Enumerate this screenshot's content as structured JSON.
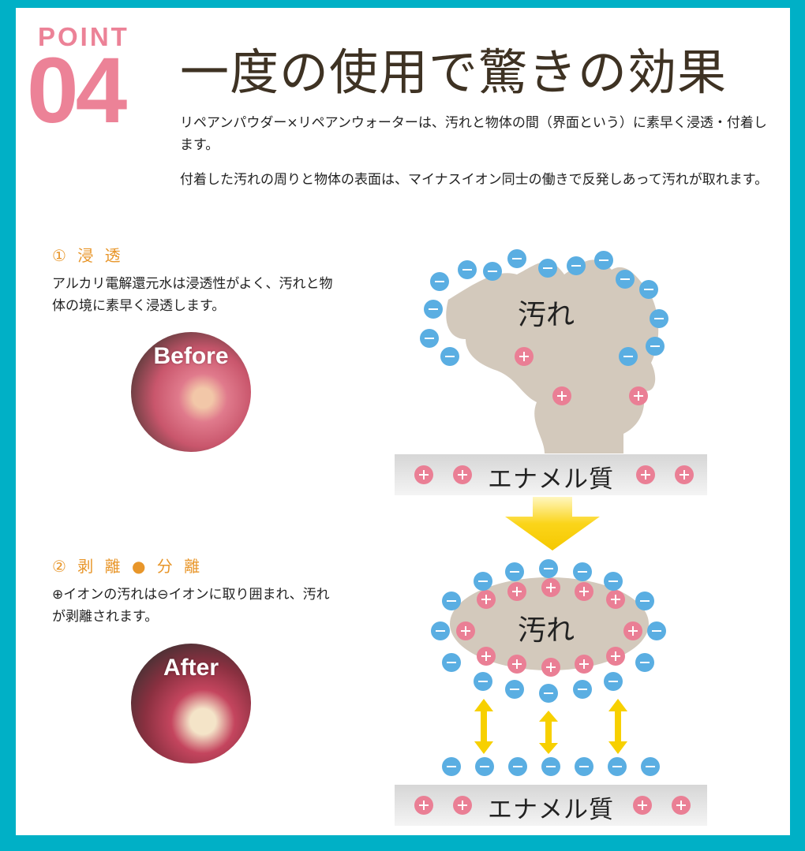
{
  "header": {
    "point_label": "POINT",
    "point_number": "04",
    "title": "一度の使用で驚きの効果"
  },
  "intro": {
    "paragraphs": [
      "リペアンパウダー×リペアンウォーターは、汚れと物体の間（界面という）に素早く浸透・付着します。",
      "付着した汚れの周りと物体の表面は、マイナスイオン同士の働きで反発しあって汚れが取れます。"
    ]
  },
  "steps": [
    {
      "title": "① 浸 透",
      "text": "アルカリ電解還元水は浸透性がよく、汚れと物体の境に素早く浸透します。",
      "photo_label": "Before"
    },
    {
      "title": "② 剥 離 ● 分 離",
      "text": "⊕イオンの汚れは⊖イオンに取り囲まれ、汚れが剥離されます。",
      "photo_label": "After"
    }
  ],
  "diagram": {
    "dirt_label": "汚れ",
    "enamel_label": "エナメル質",
    "colors": {
      "border": "#00b0c6",
      "accent_pink": "#ec8297",
      "accent_orange": "#e8962a",
      "negative_ion": "#5aaee2",
      "positive_ion": "#ea7f95",
      "dirt": "#d3c9bc",
      "arrow": "#f7d000"
    }
  }
}
